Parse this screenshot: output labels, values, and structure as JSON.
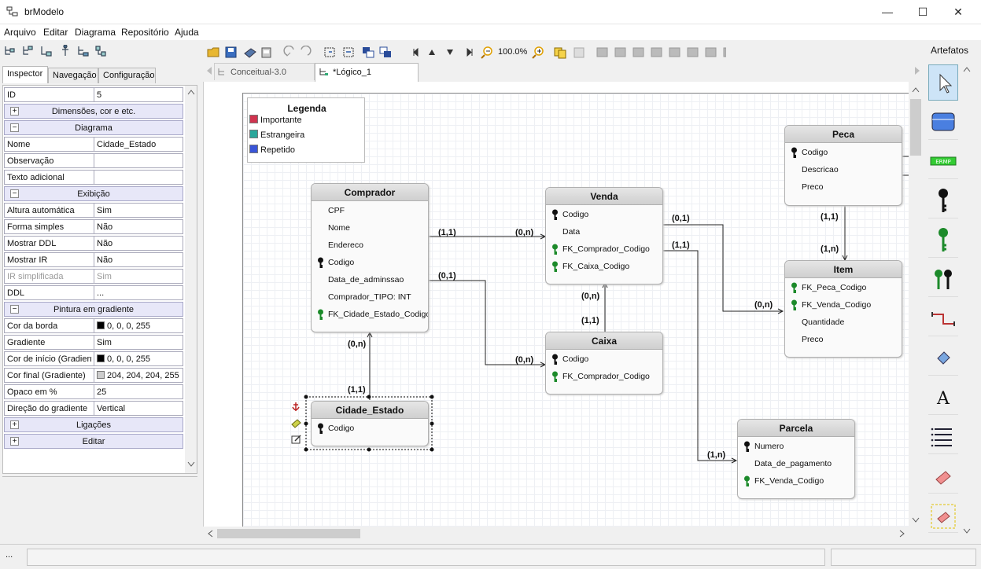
{
  "window": {
    "title": "brModelo",
    "minimize": "—",
    "maximize": "☐",
    "close": "✕"
  },
  "menu": [
    "Arquivo",
    "Editar",
    "Diagrama",
    "Repositório",
    "Ajuda"
  ],
  "left_tabs": [
    "Inspector",
    "Navegação",
    "Configuração"
  ],
  "inspector": [
    {
      "type": "prop",
      "key": "ID",
      "value": "5"
    },
    {
      "type": "group",
      "label": "Dimensões, cor e etc.",
      "sign": "+"
    },
    {
      "type": "group",
      "label": "Diagrama",
      "sign": "−"
    },
    {
      "type": "prop",
      "key": "Nome",
      "value": "Cidade_Estado"
    },
    {
      "type": "prop",
      "key": "Observação",
      "value": ""
    },
    {
      "type": "prop",
      "key": "Texto adicional",
      "value": ""
    },
    {
      "type": "group",
      "label": "Exibição",
      "sign": "−"
    },
    {
      "type": "prop",
      "key": "Altura automática",
      "value": "Sim"
    },
    {
      "type": "prop",
      "key": "Forma simples",
      "value": "Não"
    },
    {
      "type": "prop",
      "key": "Mostrar DDL",
      "value": "Não"
    },
    {
      "type": "prop",
      "key": "Mostrar IR",
      "value": "Não"
    },
    {
      "type": "prop",
      "key": "IR simplificada",
      "value": "Sim",
      "disabled": true
    },
    {
      "type": "prop",
      "key": "DDL",
      "value": "..."
    },
    {
      "type": "group",
      "label": "Pintura em gradiente",
      "sign": "−"
    },
    {
      "type": "prop",
      "key": "Cor da borda",
      "value": "0, 0, 0, 255",
      "swatch": "#000000"
    },
    {
      "type": "prop",
      "key": "Gradiente",
      "value": "Sim"
    },
    {
      "type": "prop",
      "key": "Cor de início (Gradiente)",
      "value": "0, 0, 0, 255",
      "swatch": "#000000"
    },
    {
      "type": "prop",
      "key": "Cor final (Gradiente)",
      "value": "204, 204, 204, 255",
      "swatch": "#cccccc"
    },
    {
      "type": "prop",
      "key": "Opaco em %",
      "value": "25"
    },
    {
      "type": "prop",
      "key": "Direção do gradiente",
      "value": "Vertical"
    },
    {
      "type": "group",
      "label": "Ligações",
      "sign": "+"
    },
    {
      "type": "group",
      "label": "Editar",
      "sign": "+"
    }
  ],
  "editor": {
    "zoom": "100.0%",
    "tabs": [
      "Conceitual-3.0",
      "*Lógico_1"
    ]
  },
  "legend": {
    "title": "Legenda",
    "items": [
      {
        "label": "Importante",
        "color": "#d0344f"
      },
      {
        "label": "Estrangeira",
        "color": "#2aa79b"
      },
      {
        "label": "Repetido",
        "color": "#3a55d8"
      }
    ]
  },
  "entities": {
    "comprador": {
      "name": "Comprador",
      "attrs": [
        {
          "label": "CPF",
          "key": ""
        },
        {
          "label": "Nome",
          "key": ""
        },
        {
          "label": "Endereco",
          "key": ""
        },
        {
          "label": "Codigo",
          "key": "pk"
        },
        {
          "label": "Data_de_adminssao",
          "key": ""
        },
        {
          "label": "Comprador_TIPO: INT",
          "key": ""
        },
        {
          "label": "FK_Cidade_Estado_Codigo",
          "key": "fk"
        }
      ]
    },
    "venda": {
      "name": "Venda",
      "attrs": [
        {
          "label": "Codigo",
          "key": "pk"
        },
        {
          "label": "Data",
          "key": ""
        },
        {
          "label": "FK_Comprador_Codigo",
          "key": "fk"
        },
        {
          "label": "FK_Caixa_Codigo",
          "key": "fk"
        }
      ]
    },
    "caixa": {
      "name": "Caixa",
      "attrs": [
        {
          "label": "Codigo",
          "key": "pk"
        },
        {
          "label": "FK_Comprador_Codigo",
          "key": "fk"
        }
      ]
    },
    "peca": {
      "name": "Peca",
      "attrs": [
        {
          "label": "Codigo",
          "key": "pk"
        },
        {
          "label": "Descricao",
          "key": ""
        },
        {
          "label": "Preco",
          "key": ""
        }
      ]
    },
    "item": {
      "name": "Item",
      "attrs": [
        {
          "label": "FK_Peca_Codigo",
          "key": "fk"
        },
        {
          "label": "FK_Venda_Codigo",
          "key": "fk"
        },
        {
          "label": "Quantidade",
          "key": ""
        },
        {
          "label": "Preco",
          "key": ""
        }
      ]
    },
    "cidade": {
      "name": "Cidade_Estado",
      "attrs": [
        {
          "label": "Codigo",
          "key": "pk"
        }
      ]
    },
    "parcela": {
      "name": "Parcela",
      "attrs": [
        {
          "label": "Numero",
          "key": "pk"
        },
        {
          "label": "Data_de_pagamento",
          "key": ""
        },
        {
          "label": "FK_Venda_Codigo",
          "key": "fk"
        }
      ]
    }
  },
  "cardinalities": {
    "comp_venda_a": "(1,1)",
    "comp_venda_b": "(0,n)",
    "comp_caixa_a": "(0,1)",
    "comp_caixa_b": "(0,n)",
    "cidade_comp_a": "(0,n)",
    "cidade_comp_b": "(1,1)",
    "caixa_venda_a": "(0,n)",
    "caixa_venda_b": "(1,1)",
    "venda_item_a": "(0,1)",
    "venda_item_b": "(0,n)",
    "venda_parc_a": "(1,1)",
    "venda_parc_b": "(1,n)",
    "peca_item_a": "(1,1)",
    "peca_item_b": "(1,n)"
  },
  "palette_title": "Artefatos",
  "status": {
    "left": "..."
  },
  "colors": {
    "pk_key": "#111111",
    "fk_key": "#1c8a2a",
    "selection": "#000000"
  }
}
